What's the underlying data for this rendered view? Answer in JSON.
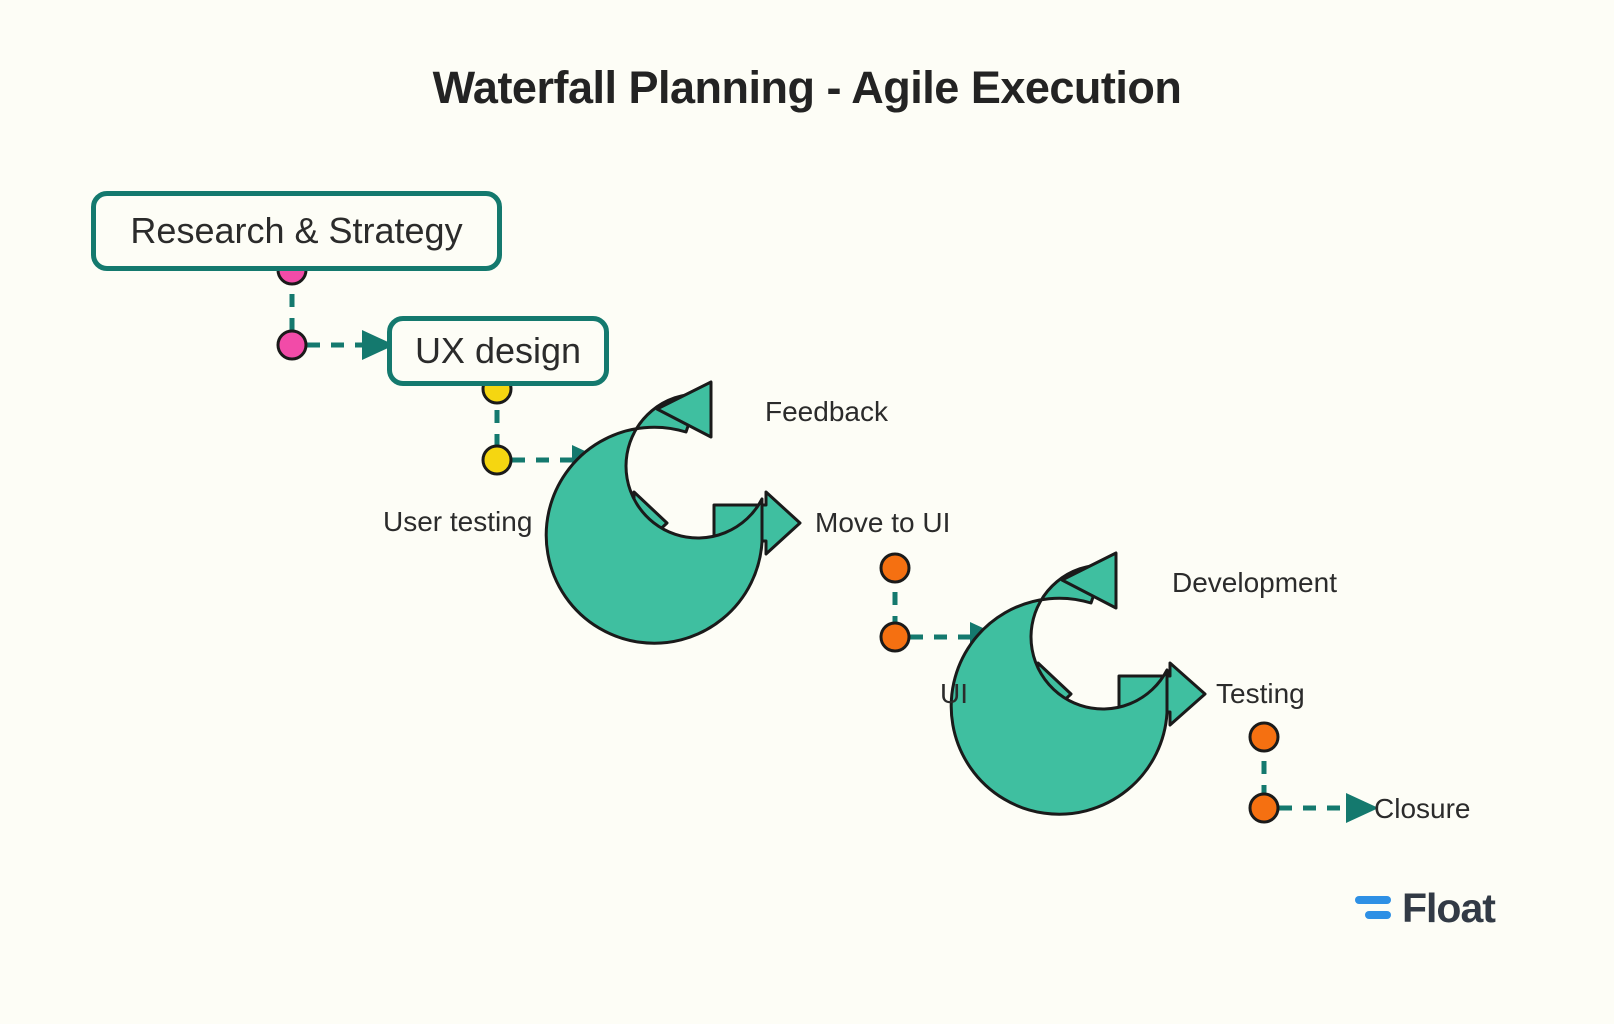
{
  "page": {
    "background_color": "#FDFDF6",
    "title": "Waterfall Planning - Agile Execution"
  },
  "theme": {
    "teal_dark": "#14796E",
    "teal_ring": "#3FBFA0",
    "outline": "#1A1A1A",
    "text": "#2B2B2B",
    "pink": "#F24BA8",
    "yellow": "#F5D611",
    "orange": "#F57011",
    "logo_blue": "#2E90E5",
    "logo_navy": "#323A45"
  },
  "nodes": [
    {
      "id": "research",
      "label": "Research & Strategy"
    },
    {
      "id": "ux",
      "label": "UX design"
    }
  ],
  "connectors": [
    {
      "id": "research-to-ux",
      "from": "Research & Strategy",
      "to": "UX design",
      "dot_color": "#F24BA8",
      "style": "dashed"
    },
    {
      "id": "ux-to-feedback-cycle",
      "from": "UX design",
      "to": "Feedback cycle",
      "dot_color": "#F5D611",
      "style": "dashed"
    },
    {
      "id": "movetoui-to-development-cycle",
      "from": "Move to UI",
      "to": "Development cycle",
      "dot_color": "#F57011",
      "style": "dashed"
    },
    {
      "id": "testing-to-closure",
      "from": "Testing",
      "to": "Closure",
      "dot_color": "#F57011",
      "style": "dashed"
    }
  ],
  "cycles": [
    {
      "id": "feedback-cycle",
      "loop_label": "Feedback",
      "input_label": "User testing",
      "output_label": "Move to UI"
    },
    {
      "id": "development-cycle",
      "loop_label": "Development",
      "input_label": "UI",
      "output_label": "Testing"
    }
  ],
  "labels": {
    "feedback": "Feedback",
    "user_testing": "User testing",
    "move_to_ui": "Move to UI",
    "development": "Development",
    "ui": "UI",
    "testing": "Testing",
    "closure": "Closure"
  },
  "logo": {
    "name": "Float",
    "mark": "float-bars-icon"
  }
}
